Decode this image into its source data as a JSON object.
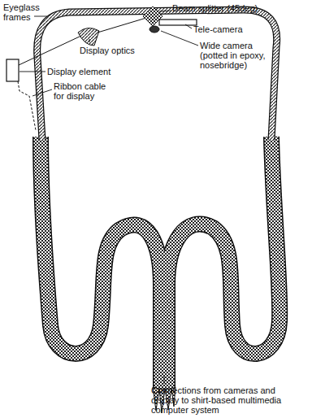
{
  "diagram": {
    "labels": [
      "Eyeglass frames",
      "Beam splitter (45deg)",
      "Tele-camera",
      "Display optics",
      "Wide camera (potted in epoxy, nosebridge)",
      "Display element",
      "Ribbon cable for display",
      "Connections from cameras and display to shirt-based multimedia computer system"
    ]
  }
}
